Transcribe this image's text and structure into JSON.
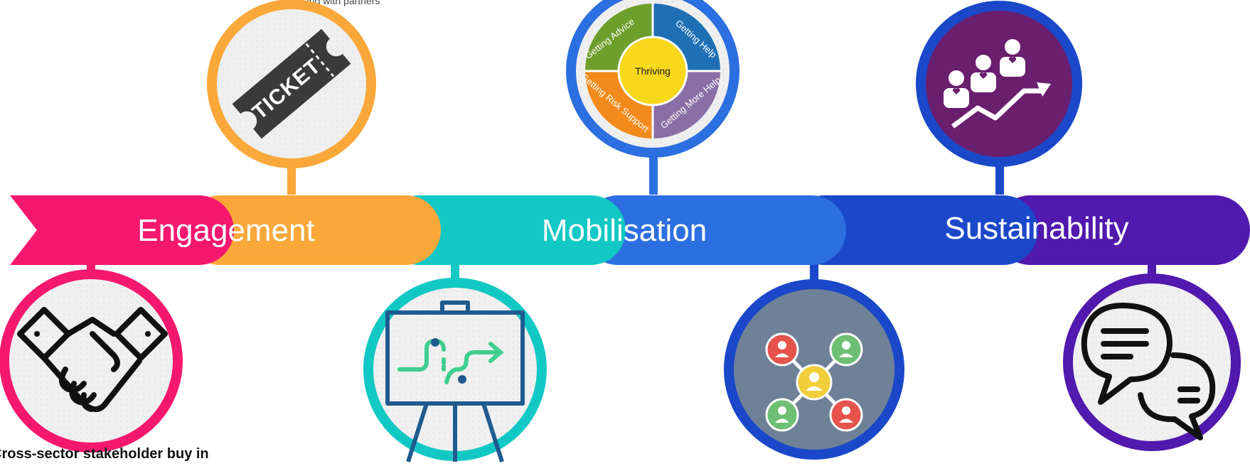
{
  "timeline": {
    "phases": [
      {
        "label": "Engagement",
        "color": "#F5186E"
      },
      {
        "label": "Mobilisation",
        "color": "#12C8C4"
      },
      {
        "label": "Sustainability",
        "color": "#1B48C9"
      }
    ],
    "segment_colors": [
      "#F5186E",
      "#FAA83A",
      "#12C8C4",
      "#2C6FE0",
      "#1B48C9",
      "#5119AE"
    ]
  },
  "icons": [
    {
      "name": "ticket-icon",
      "ring_color": "#FAA83A",
      "text": "TICKET"
    },
    {
      "name": "wheel-icon",
      "ring_color": "#2C6FE0"
    },
    {
      "name": "growth-people-icon",
      "ring_color": "#1B48C9"
    },
    {
      "name": "handshake-icon",
      "ring_color": "#F5186E"
    },
    {
      "name": "roadmap-board-icon",
      "ring_color": "#12C8C4"
    },
    {
      "name": "network-icon",
      "ring_color": "#1B48C9"
    },
    {
      "name": "chat-bubbles-icon",
      "ring_color": "#5119AE"
    }
  ],
  "wheel": {
    "center": "Thriving",
    "segments": [
      "Getting Advice",
      "Getting Help",
      "Getting More Help",
      "Getting Risk Support"
    ]
  },
  "caption": "Cross-sector stakeholder buy in",
  "top_text": "...ing with partners"
}
